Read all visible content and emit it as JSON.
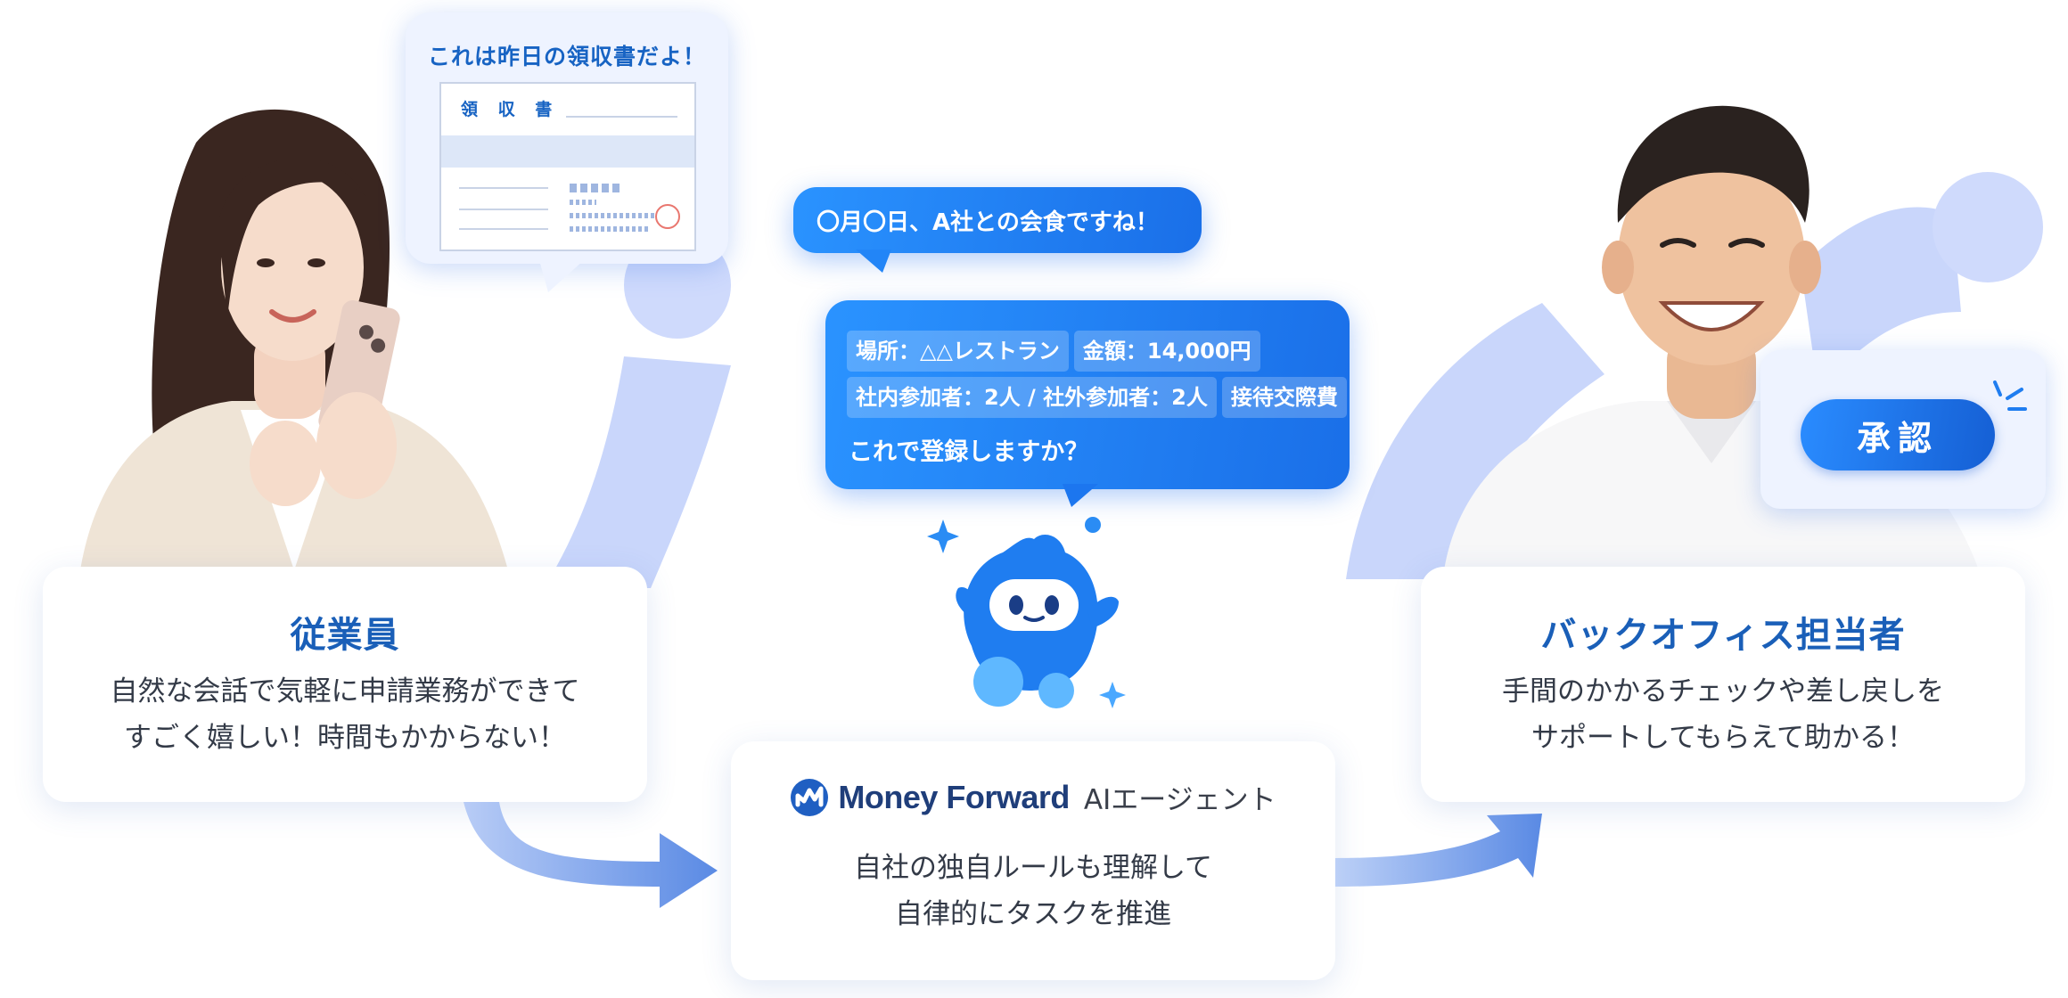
{
  "left_bubble": {
    "text": "これは昨日の領収書だよ！",
    "receipt_title": "領 収 書"
  },
  "center_bubble_top": {
    "text": "〇月〇日、A社との会食ですね！"
  },
  "center_bubble_main": {
    "chips_row1": [
      "場所：△△レストラン",
      "金額：14,000円"
    ],
    "chips_row2": [
      "社内参加者：2人 / 社外参加者：2人",
      "接待交際費"
    ],
    "question": "これで登録しますか？"
  },
  "approve_panel": {
    "button_label": "承認"
  },
  "employee_card": {
    "title": "従業員",
    "line1": "自然な会話で気軽に申請業務ができて",
    "line2": "すごく嬉しい！時間もかからない！"
  },
  "backoffice_card": {
    "title": "バックオフィス担当者",
    "line1": "手間のかかるチェックや差し戻しを",
    "line2": "サポートしてもらえて助かる！"
  },
  "agent_card": {
    "brand": "Money Forward",
    "product": "AIエージェント",
    "line1": "自社の独自ルールも理解して",
    "line2": "自律的にタスクを推進"
  },
  "colors": {
    "brand_blue": "#1a5fb8",
    "bubble_blue": "#1a6fe8",
    "decor_blue": "#c7d4fb",
    "arrow_blue": "#5c8ee6"
  }
}
